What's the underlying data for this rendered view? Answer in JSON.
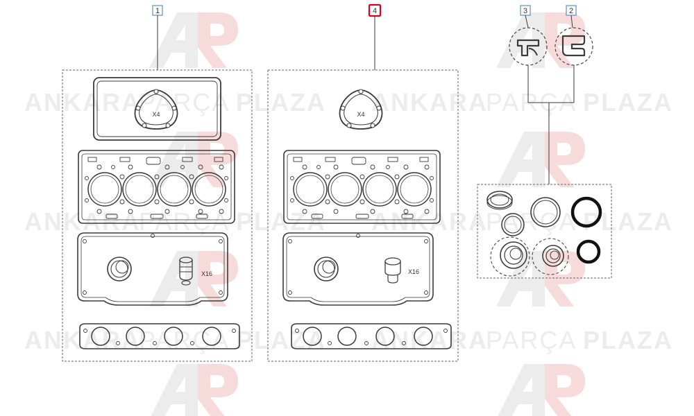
{
  "callouts": [
    {
      "id": "1",
      "selected": false
    },
    {
      "id": "4",
      "selected": true
    },
    {
      "id": "3",
      "selected": false
    },
    {
      "id": "2",
      "selected": false
    }
  ],
  "quantities": {
    "valve_cover_gasket": "X4",
    "valve_stem_seals": "X16"
  },
  "watermark": {
    "word1": "ANKARA",
    "word2": "PARÇA",
    "word3": "PLAZA"
  },
  "colors": {
    "line": "#3a3a3a",
    "callout_border": "#5b8fc9",
    "callout_selected": "#d9001b",
    "watermark_gray": "#ececec",
    "watermark_red": "#f7dada"
  }
}
